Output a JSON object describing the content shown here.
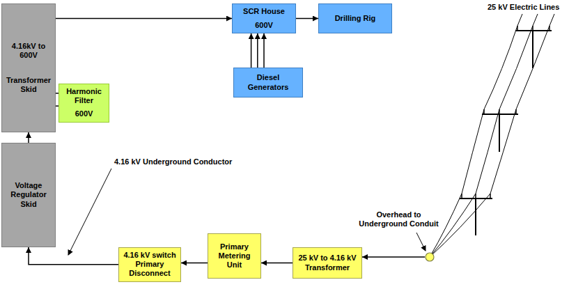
{
  "diagram": {
    "nodes": [
      {
        "text": [
          "4.16kV to 600V",
          "Transformer Skid"
        ]
      },
      {
        "text": [
          "Harmonic Filter",
          "600V"
        ]
      },
      {
        "text": [
          "SCR House",
          "600V"
        ]
      },
      {
        "text": [
          "Drilling Rig"
        ]
      },
      {
        "text": [
          "Diesel Generators"
        ]
      },
      {
        "text": [
          "Voltage Regulator Skid"
        ]
      },
      {
        "text": [
          "4.16 kV switch Primary Disconnect"
        ]
      },
      {
        "text": [
          "Primary Metering Unit"
        ]
      },
      {
        "text": [
          "25 kV to 4.16 kV Transformer"
        ]
      },
      {
        "text": [
          "Overhead to Underground Conduit"
        ]
      }
    ],
    "edges": [
      {
        "from": 0,
        "to": 2,
        "arrow": "to"
      },
      {
        "from": 2,
        "to": 3,
        "arrow": "to"
      },
      {
        "from": 4,
        "to": 2,
        "arrow": "to"
      },
      {
        "from": 4,
        "to": 2,
        "arrow": "to"
      },
      {
        "from": 4,
        "to": 2,
        "arrow": "to"
      },
      {
        "from": 1,
        "to": 0,
        "arrow": "none"
      },
      {
        "from": 1,
        "to": 0,
        "arrow": "none"
      },
      {
        "from": 5,
        "to": 0,
        "arrow": "to"
      },
      {
        "from": 6,
        "to": 5,
        "arrow": "to"
      },
      {
        "from": 7,
        "to": 6,
        "arrow": "to"
      },
      {
        "from": 8,
        "to": 7,
        "arrow": "to"
      },
      {
        "from": 9,
        "to": 8,
        "arrow": "to"
      }
    ],
    "labels": [
      "4.16 kV Underground Conductor",
      "25 kV Electric Lines"
    ]
  }
}
